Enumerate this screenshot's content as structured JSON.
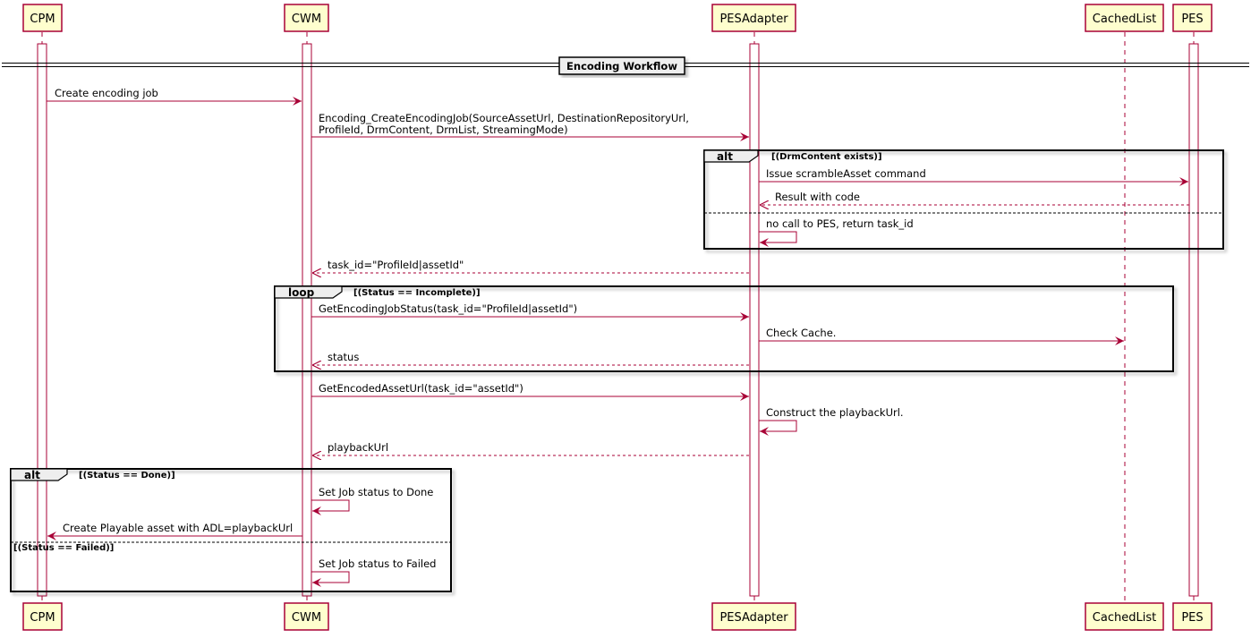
{
  "colors": {
    "participant_fill": "#FEFECE",
    "participant_border": "#A80036",
    "arrow": "#A80036",
    "lifeline": "#A80036"
  },
  "participants": {
    "cpm": "CPM",
    "cwm": "CWM",
    "pesadapter": "PESAdapter",
    "cachedlist": "CachedList",
    "pes": "PES"
  },
  "divider": {
    "label": "Encoding Workflow"
  },
  "messages": {
    "create_job": "Create encoding job",
    "create_encoding_job_line1": "Encoding_CreateEncodingJob(SourceAssetUrl, DestinationRepositoryUrl,",
    "create_encoding_job_line2": "ProfileId, DrmContent, DrmList, StreamingMode)",
    "issue_scramble": "Issue scrambleAsset command",
    "result_code": "Result with code",
    "no_call": "no call to PES, return task_id",
    "task_id_return": "task_id=\"ProfileId|assetId\"",
    "get_status": "GetEncodingJobStatus(task_id=\"ProfileId|assetId\")",
    "check_cache": "Check Cache.",
    "status_return": "status",
    "get_url": "GetEncodedAssetUrl(task_id=\"assetId\")",
    "construct_url": "Construct the playbackUrl.",
    "playback_return": "playbackUrl",
    "set_done": "Set Job status to Done",
    "create_playable": "Create Playable asset with ADL=playbackUrl",
    "set_failed": "Set Job status to Failed"
  },
  "fragments": {
    "alt_drm": {
      "keyword": "alt",
      "guard": "[(DrmContent exists)]"
    },
    "loop_status": {
      "keyword": "loop",
      "guard": "[(Status == Incomplete)]"
    },
    "alt_status": {
      "keyword": "alt",
      "guard": "[(Status == Done)]",
      "else_guard": "[(Status == Failed)]"
    }
  }
}
